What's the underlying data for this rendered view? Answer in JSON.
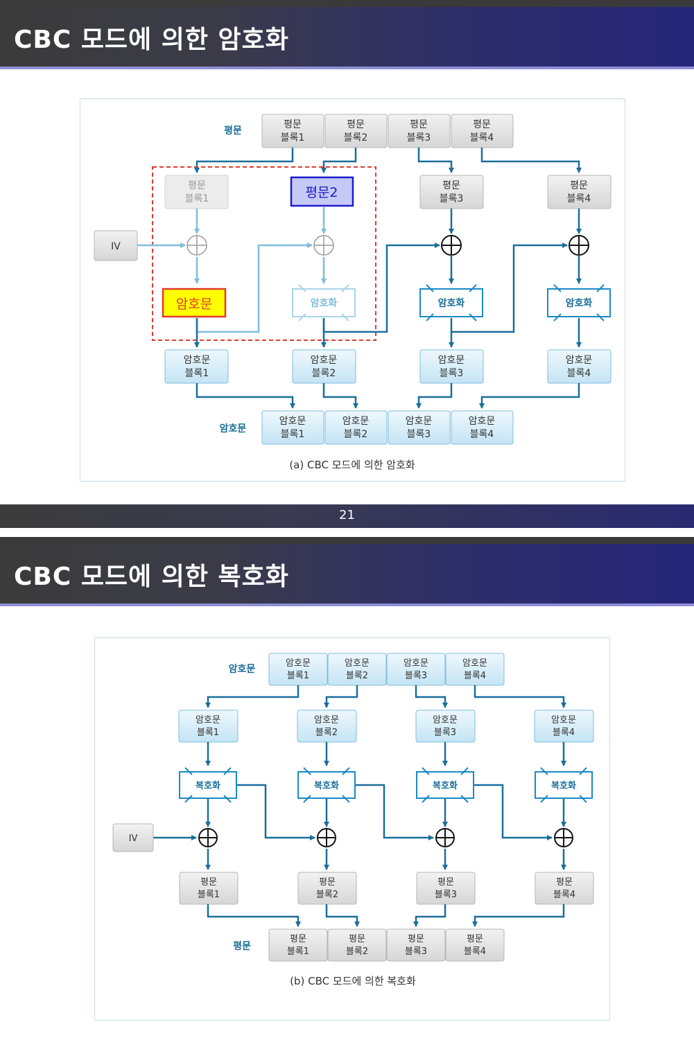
{
  "slide1": {
    "title": "CBC 모드에 의한 암호화",
    "caption": "(a) CBC 모드에 의한 암호화",
    "row_label_plain": "평문",
    "row_label_cipher": "암호문",
    "iv_label": "IV",
    "top_plain_blocks": [
      [
        "평문",
        "블록1"
      ],
      [
        "평문",
        "블록2"
      ],
      [
        "평문",
        "블록3"
      ],
      [
        "평문",
        "블록4"
      ]
    ],
    "mid_plain_blocks": [
      [
        "평문",
        "블록1"
      ],
      [
        "평문",
        "블록3"
      ],
      [
        "평문",
        "블록4"
      ]
    ],
    "highlight_plain": "평문2",
    "highlight_cipher": "암호문",
    "encrypt_label": "암호화",
    "cipher_blocks": [
      [
        "암호문",
        "블록1"
      ],
      [
        "암호문",
        "블록2"
      ],
      [
        "암호문",
        "블록3"
      ],
      [
        "암호문",
        "블록4"
      ]
    ],
    "bottom_cipher_blocks": [
      [
        "암호문",
        "블록1"
      ],
      [
        "암호문",
        "블록2"
      ],
      [
        "암호문",
        "블록3"
      ],
      [
        "암호문",
        "블록4"
      ]
    ]
  },
  "page_number": "21",
  "slide2": {
    "title": "CBC 모드에 의한 복호화",
    "caption": "(b) CBC 모드에 의한 복호화",
    "row_label_cipher": "암호문",
    "row_label_plain": "평문",
    "iv_label": "IV",
    "top_cipher_blocks": [
      [
        "암호문",
        "블록1"
      ],
      [
        "암호문",
        "블록2"
      ],
      [
        "암호문",
        "블록3"
      ],
      [
        "암호문",
        "블록4"
      ]
    ],
    "mid_cipher_blocks": [
      [
        "암호문",
        "블록1"
      ],
      [
        "암호문",
        "블록2"
      ],
      [
        "암호문",
        "블록3"
      ],
      [
        "암호문",
        "블록4"
      ]
    ],
    "decrypt_label": "복호화",
    "plain_blocks": [
      [
        "평문",
        "블록1"
      ],
      [
        "평문",
        "블록2"
      ],
      [
        "평문",
        "블록3"
      ],
      [
        "평문",
        "블록4"
      ]
    ],
    "bottom_plain_blocks": [
      [
        "평문",
        "블록1"
      ],
      [
        "평문",
        "블록2"
      ],
      [
        "평문",
        "블록3"
      ],
      [
        "평문",
        "블록4"
      ]
    ]
  },
  "colors": {
    "flow": "#1a6e9a",
    "cipher_fill": "#d9eef9",
    "cipher_stroke": "#7fbddc",
    "gray_fill": "#e2e2e2",
    "gray_stroke": "#b5b5b5",
    "highlight_red": "#e03a2e",
    "highlight_blue": "#1a1acc",
    "highlight_yellow": "#ffff00"
  }
}
